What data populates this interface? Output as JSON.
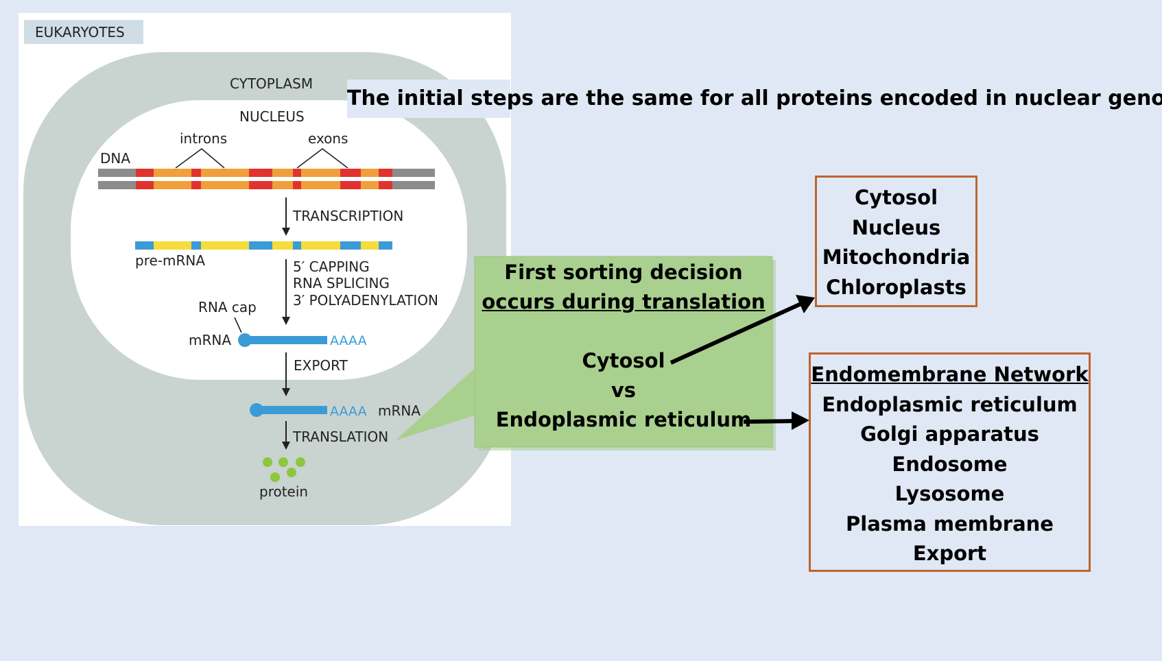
{
  "diagram": {
    "label_eukaryotes": "EUKARYOTES",
    "label_cytoplasm": "CYTOPLASM",
    "label_nucleus": "NUCLEUS",
    "label_introns": "introns",
    "label_exons": "exons",
    "label_dna": "DNA",
    "label_transcription": "TRANSCRIPTION",
    "label_pre_mrna": "pre-mRNA",
    "processing_steps": [
      "5′ CAPPING",
      "RNA SPLICING",
      "3′ POLYADENYLATION"
    ],
    "label_rna_cap": "RNA cap",
    "label_mrna": "mRNA",
    "label_polya": "AAAA",
    "label_export": "EXPORT",
    "label_translation": "TRANSLATION",
    "label_protein": "protein"
  },
  "heading": "The initial steps are the same for all proteins encoded in nuclear genome.",
  "callout": {
    "title_line1": "First sorting decision",
    "title_line2": "occurs during translation",
    "option1": "Cytosol",
    "versus": "vs",
    "option2": "Endoplasmic reticulum"
  },
  "cytosol_box": {
    "items": [
      "Cytosol",
      "Nucleus",
      "Mitochondria",
      "Chloroplasts"
    ]
  },
  "endomembrane_box": {
    "title": "Endomembrane Network",
    "items": [
      "Endoplasmic reticulum",
      "Golgi apparatus",
      "Endosome",
      "Lysosome",
      "Plasma membrane",
      "Export"
    ]
  },
  "colors": {
    "background": "#dfe8f4",
    "cytoplasm": "#c9d3d0",
    "exon": "#e1322f",
    "intron": "#f0a03a",
    "dna_flank": "#8c8c8c",
    "mrna_blue": "#3a9bd5",
    "mrna_yellow": "#f6dc3c",
    "protein_green": "#8dc63f",
    "callout_green": "#a9d08e",
    "box_border": "#c0632c"
  }
}
